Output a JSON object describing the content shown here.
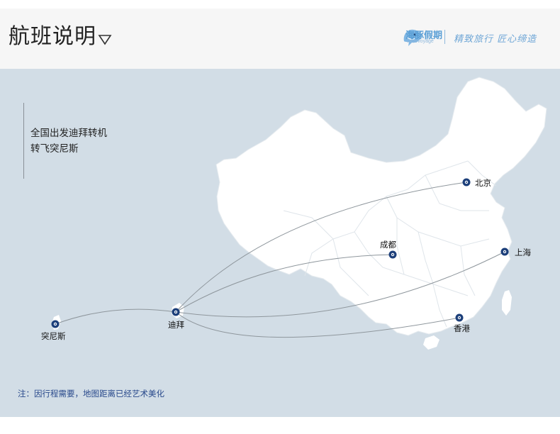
{
  "header": {
    "title": "航班说明",
    "title_arrow_icon": "triangle-down-outline-icon",
    "brand": {
      "logo_icon": "dolphin-logo-icon",
      "name": "海豚假期",
      "sub": "Dearvoyage",
      "slogan": "精致旅行 匠心缔造"
    }
  },
  "map": {
    "info_lines": [
      "全国出发迪拜转机",
      "转飞突尼斯"
    ],
    "cities": {
      "beijing": "北京",
      "shanghai": "上海",
      "chengdu": "成都",
      "hongkong": "香港",
      "dubai": "迪拜",
      "tunis": "突尼斯"
    },
    "marker_icon": "location-ring-icon",
    "colors": {
      "ocean": "#d2dde6",
      "land": "#ffffff",
      "route": "#8e969c",
      "marker": "#1c3f7a"
    }
  },
  "footer_note": "注：因行程需要，地图距离已经艺术美化"
}
